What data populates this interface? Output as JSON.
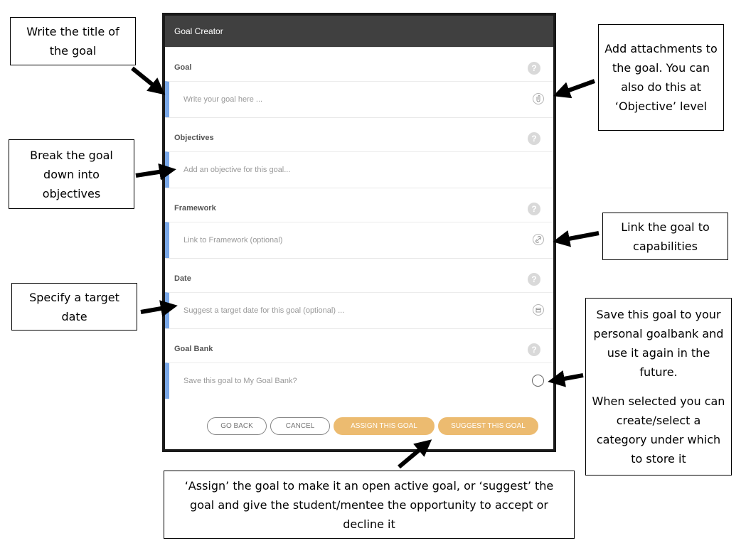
{
  "modal": {
    "title": "Goal Creator",
    "sections": [
      {
        "label": "Goal",
        "placeholder": "Write your goal here ...",
        "help": "?",
        "icon": "paperclip-icon"
      },
      {
        "label": "Objectives",
        "placeholder": "Add an objective for this goal...",
        "help": "?",
        "icon": null
      },
      {
        "label": "Framework",
        "placeholder": "Link to Framework (optional)",
        "help": "?",
        "icon": "link-icon"
      },
      {
        "label": "Date",
        "placeholder": "Suggest a target date for this goal (optional) ...",
        "help": "?",
        "icon": "calendar-icon"
      },
      {
        "label": "Goal Bank",
        "placeholder": "Save this goal to My Goal Bank?",
        "help": "?",
        "icon": "radio-icon"
      }
    ],
    "buttons": {
      "go_back": "GO BACK",
      "cancel": "CANCEL",
      "assign": "ASSIGN THIS GOAL",
      "suggest": "SUGGEST THIS GOAL"
    }
  },
  "callouts": {
    "title": "Write the title of the goal",
    "objectives": "Break the goal down into objectives",
    "date": "Specify a target date",
    "attachments": "Add attachments to the goal. You can also do this at ‘Objective’ level",
    "framework": "Link the goal to capabilities",
    "goalbank_1": "Save this goal to your personal goalbank and use it again in the future.",
    "goalbank_2": "When selected you can create/select a category under which to store it",
    "assign": "‘Assign’ the goal to make it an open active goal, or ‘suggest’ the goal and give the student/mentee the opportunity to accept or decline it"
  },
  "colors": {
    "header_bg": "#404040",
    "field_accent": "#7aa8e8",
    "primary_button": "#ecbb70"
  }
}
